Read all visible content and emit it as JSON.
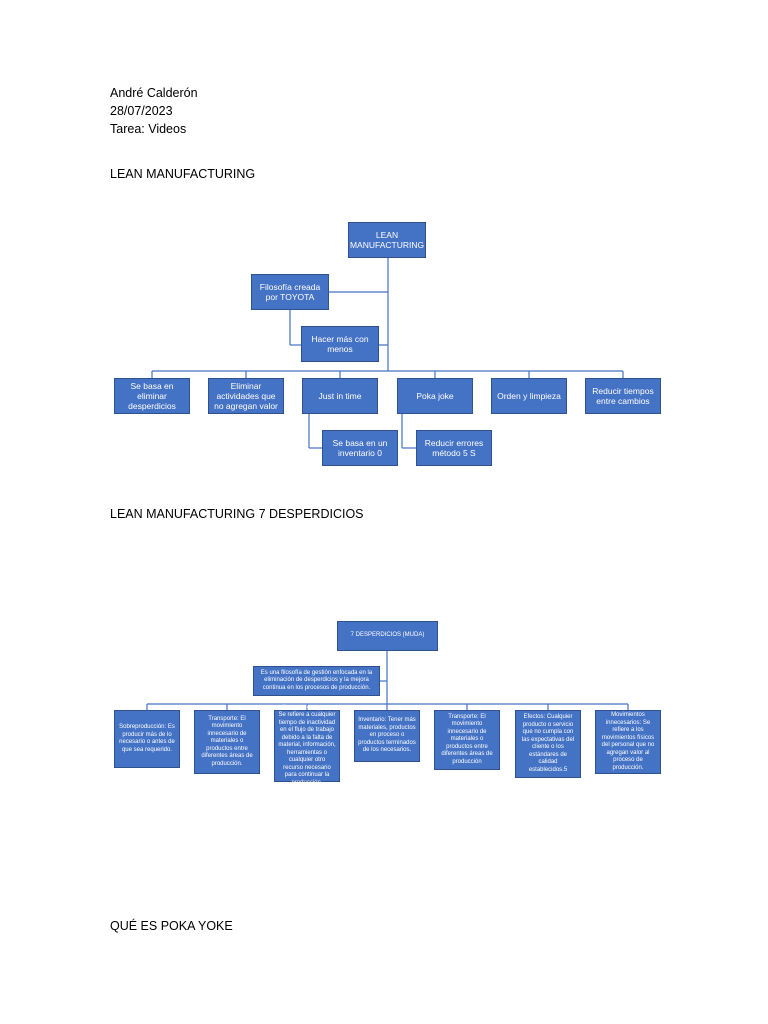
{
  "header": {
    "author": "André Calderón",
    "date": "28/07/2023",
    "task": "Tarea: Videos"
  },
  "sections": {
    "s1": "LEAN MANUFACTURING",
    "s2": "LEAN MANUFACTURING 7 DESPERDICIOS",
    "s3": "QUÉ ES POKA YOKE"
  },
  "diagram1": {
    "root": "LEAN MANUFACTURING",
    "assistant1": "Filosofía creada por TOYOTA",
    "assistant2": "Hacer más con menos",
    "children": [
      "Se basa en eliminar desperdicios",
      "Eliminar actividades que no agregan valor",
      "Just in time",
      "Poka joke",
      "Orden y limpieza",
      "Reducir tiempos entre cambios"
    ],
    "sub_jit": "Se basa en un inventario 0",
    "sub_poka": "Reducir errores método 5 S"
  },
  "diagram2": {
    "root": "7 DESPERDICIOS (MUDA)",
    "assistant": "Es una filosofía de gestión enfocada en la eliminación de desperdicios y la mejora continua en los procesos de producción.",
    "children": [
      "Sobreproducción: Es producir más de lo necesario o antes de que sea requerido.",
      "Transporte: El movimiento innecesario de materiales o productos entre diferentes áreas de producción.",
      "Tiempo de espera: Se refiere a cualquier tiempo de inactividad en el flujo de trabajo debido a la falta de material, información, herramientas o cualquier otro recurso necesario para continuar la producción.",
      "Inventario: Tener más materiales, productos en proceso o productos terminados de los necesarios.",
      "Transporte: El movimiento innecesario de materiales o productos entre diferentes áreas de producción",
      "Efectos: Cualquier producto o servicio que no cumpla con las expectativas del cliente o los estándares de calidad establecidos.5",
      "Movimientos innecesarios: Se refiere a los movimientos físicos del personal que no agregan valor al proceso de producción."
    ]
  }
}
